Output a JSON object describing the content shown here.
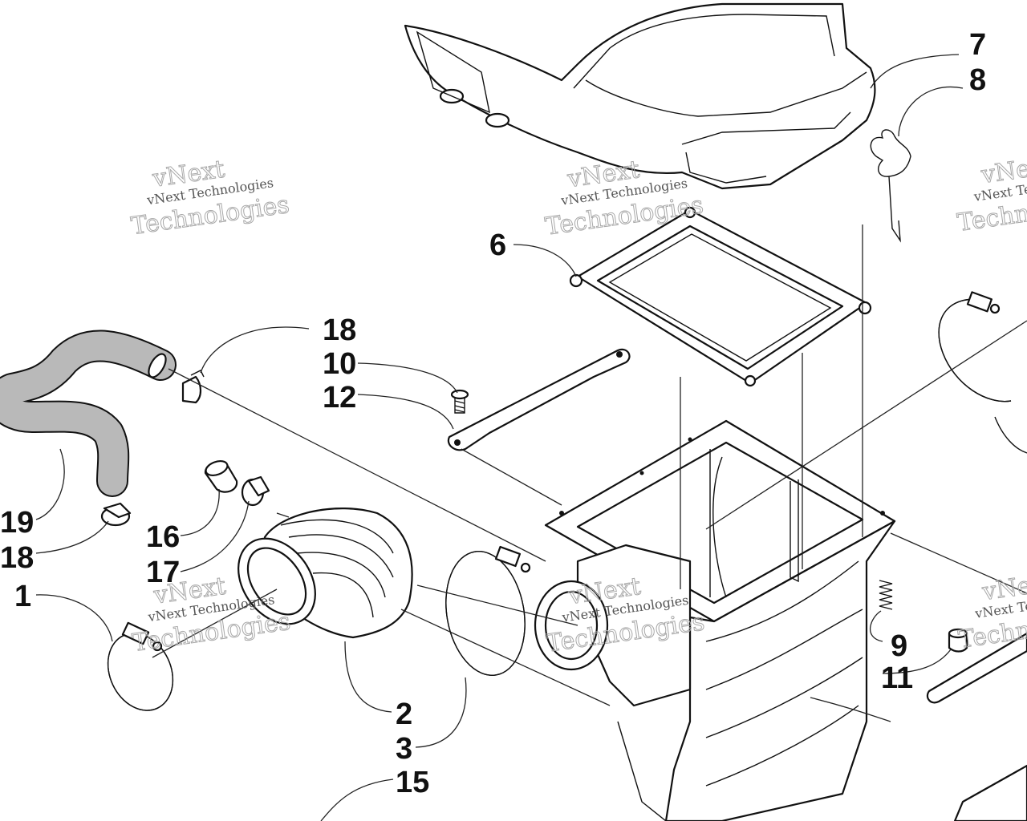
{
  "diagram": {
    "callouts": [
      "7",
      "8",
      "6",
      "18",
      "10",
      "12",
      "19",
      "18",
      "16",
      "17",
      "1",
      "2",
      "3",
      "15",
      "9",
      "11"
    ],
    "watermark": {
      "line1": "vNext",
      "line2": "vNext Technologies",
      "line3": "Technologies",
      "partial1": "vNe",
      "partial2": "vNext Te",
      "partial3": "Techno"
    }
  }
}
